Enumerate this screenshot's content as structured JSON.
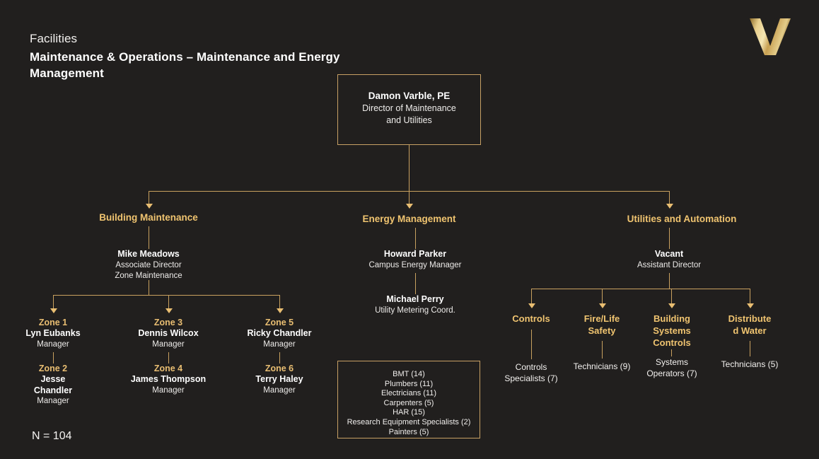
{
  "header": {
    "eyebrow": "Facilities",
    "title_line1": "Maintenance & Operations – Maintenance and Energy",
    "title_line2": "Management"
  },
  "logo": {
    "name": "vanderbilt-v-logo",
    "letter": "V",
    "color": "#E8C87A"
  },
  "colors": {
    "background": "#211F1E",
    "gold": "#F0C470",
    "gold_line": "#C9A15F",
    "box_border": "#C7A064",
    "text": "#FFFFFF"
  },
  "root": {
    "name": "Damon Varble, PE",
    "role_line1": "Director of Maintenance",
    "role_line2": "and Utilities"
  },
  "branches": [
    {
      "id": "building-maintenance",
      "label": "Building Maintenance",
      "lead": {
        "name": "Mike Meadows",
        "role_line1": "Associate Director",
        "role_line2": "Zone Maintenance"
      }
    },
    {
      "id": "energy-management",
      "label": "Energy Management",
      "lead": {
        "name": "Howard Parker",
        "role_line1": "Campus Energy Manager",
        "role_line2": ""
      },
      "second": {
        "name": "Michael Perry",
        "role_line1": "Utility Metering Coord.",
        "role_line2": ""
      }
    },
    {
      "id": "utilities-and-automation",
      "label": "Utilities and Automation",
      "lead": {
        "name": "Vacant",
        "role_line1": "Assistant Director",
        "role_line2": ""
      }
    }
  ],
  "zones": [
    {
      "zone": "Zone 1",
      "name": "Lyn Eubanks",
      "title": "Manager"
    },
    {
      "zone": "Zone 2",
      "name_line1": "Jesse",
      "name_line2": "Chandler",
      "title": "Manager"
    },
    {
      "zone": "Zone 3",
      "name": "Dennis Wilcox",
      "title": "Manager"
    },
    {
      "zone": "Zone 4",
      "name": "James Thompson",
      "title": "Manager"
    },
    {
      "zone": "Zone 5",
      "name": "Ricky Chandler",
      "title": "Manager"
    },
    {
      "zone": "Zone 6",
      "name": "Terry Haley",
      "title": "Manager"
    }
  ],
  "trades": [
    "BMT (14)",
    "Plumbers (11)",
    "Electricians (11)",
    "Carpenters (5)",
    "HAR (15)",
    "Research Equipment Specialists (2)",
    "Painters (5)"
  ],
  "utilities_groups": [
    {
      "label_line1": "Controls",
      "label_line2": "",
      "label_line3": "",
      "count_line1": "Controls",
      "count_line2": "Specialists (7)"
    },
    {
      "label_line1": "Fire/Life",
      "label_line2": "Safety",
      "label_line3": "",
      "count_line1": "Technicians (9)",
      "count_line2": ""
    },
    {
      "label_line1": "Building",
      "label_line2": "Systems",
      "label_line3": "Controls",
      "count_line1": "Systems",
      "count_line2": "Operators (7)"
    },
    {
      "label_line1": "Distribute",
      "label_line2": "d Water",
      "label_line3": "",
      "count_line1": "Technicians (5)",
      "count_line2": ""
    }
  ],
  "footer": {
    "total": "N = 104"
  }
}
